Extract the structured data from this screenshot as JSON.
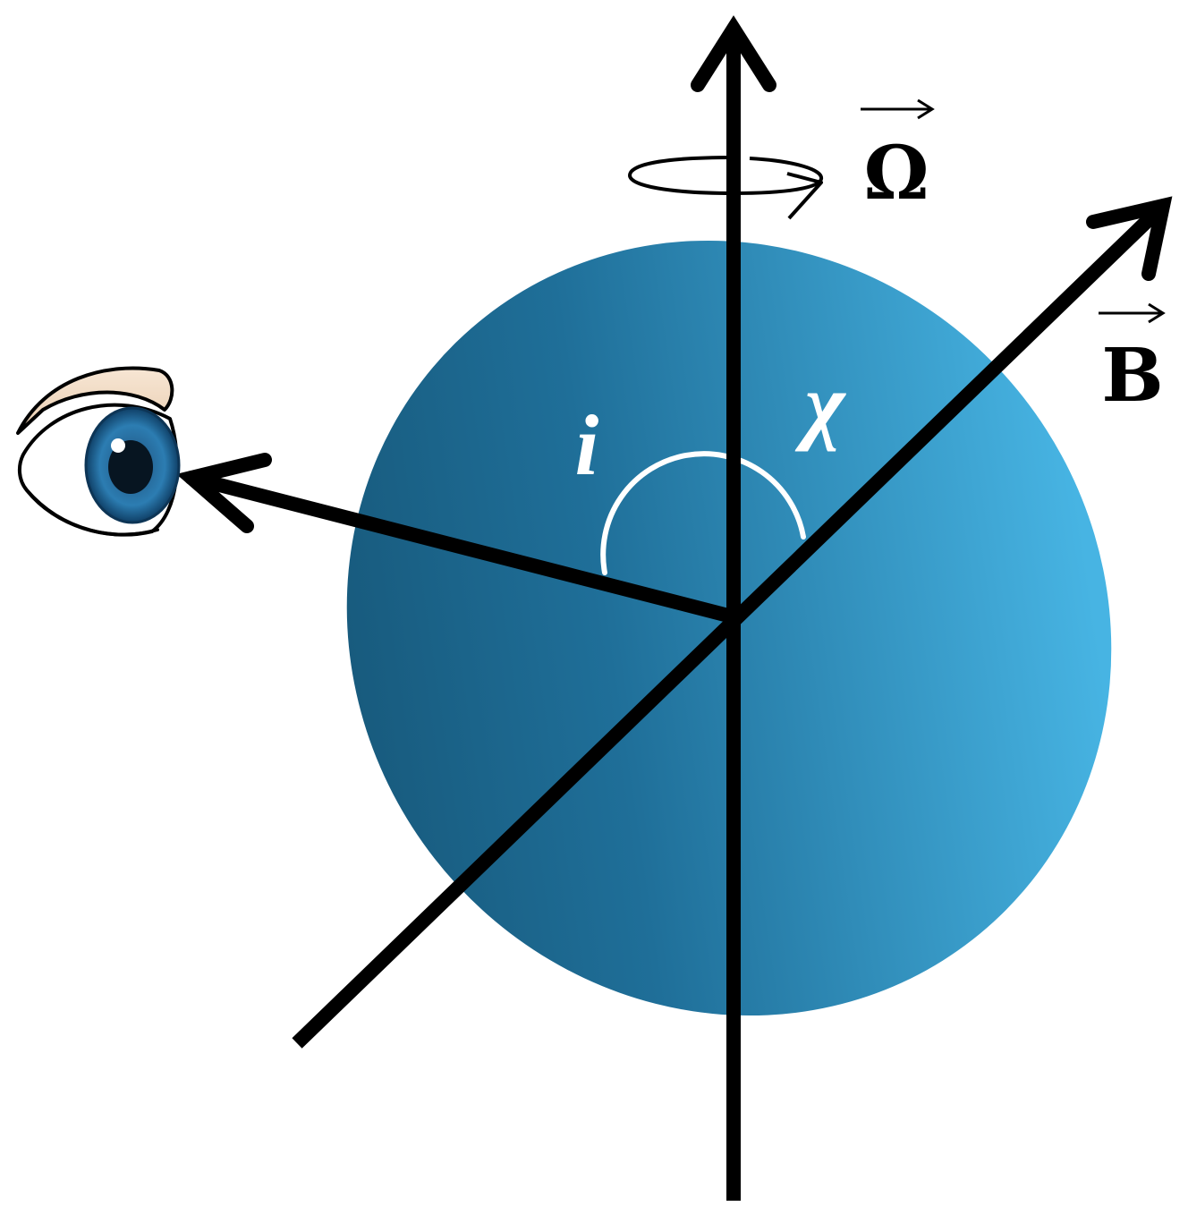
{
  "labels": {
    "rotation_axis": "Ω",
    "magnetic_axis": "B",
    "inclination_angle": "i",
    "obliquity_angle": "χ"
  },
  "icons": {
    "observer": "eye-icon",
    "rotation": "rotation-arrow-icon"
  },
  "colors": {
    "disc_dark": "#1a5a80",
    "disc_light": "#45b2e1",
    "axis": "#000000",
    "angle_arc": "#ffffff",
    "label_on_disc": "#ffffff",
    "label_off_disc": "#000000",
    "iris": "#2a75a8",
    "eyelid": "#f3dcc5"
  }
}
